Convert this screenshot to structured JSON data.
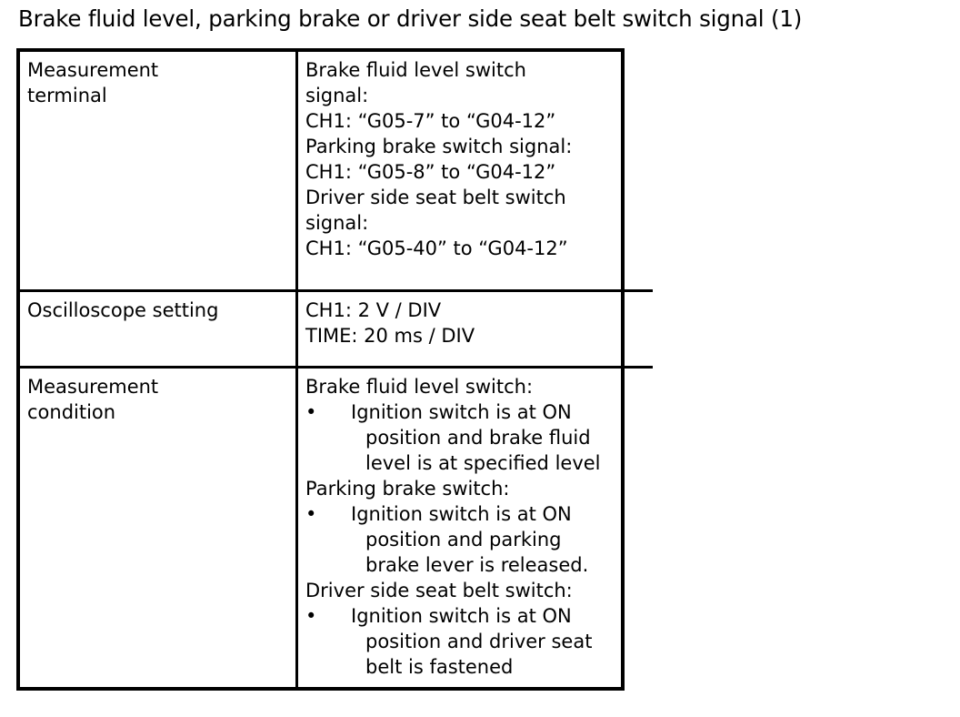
{
  "title": "Brake fluid level, parking brake or driver side seat belt switch signal (1)",
  "table": {
    "rows": [
      {
        "label": [
          "Measurement",
          "terminal"
        ],
        "value": [
          "Brake fluid level switch",
          "signal:",
          "CH1: “G05-7” to “G04-12”",
          "Parking brake switch signal:",
          "CH1: “G05-8” to “G04-12”",
          "Driver side seat belt switch",
          "signal:",
          "CH1: “G05-40” to “G04-12”"
        ]
      },
      {
        "label": [
          "Oscilloscope setting"
        ],
        "value": [
          "CH1: 2 V / DIV",
          "TIME: 20 ms / DIV"
        ]
      },
      {
        "label": [
          "Measurement",
          "condition"
        ],
        "groups": [
          {
            "heading": "Brake fluid level switch:",
            "bullet": "•",
            "lines": [
              "Ignition switch is at ON",
              "position and brake fluid",
              "level is at specified level"
            ]
          },
          {
            "heading": "Parking brake switch:",
            "bullet": "•",
            "lines": [
              "Ignition switch is at ON",
              "position and parking",
              "brake lever is released."
            ]
          },
          {
            "heading": "Driver side seat belt switch:",
            "bullet": "•",
            "lines": [
              "Ignition switch is at ON",
              "position and driver seat",
              "belt is fastened"
            ]
          }
        ]
      }
    ]
  }
}
